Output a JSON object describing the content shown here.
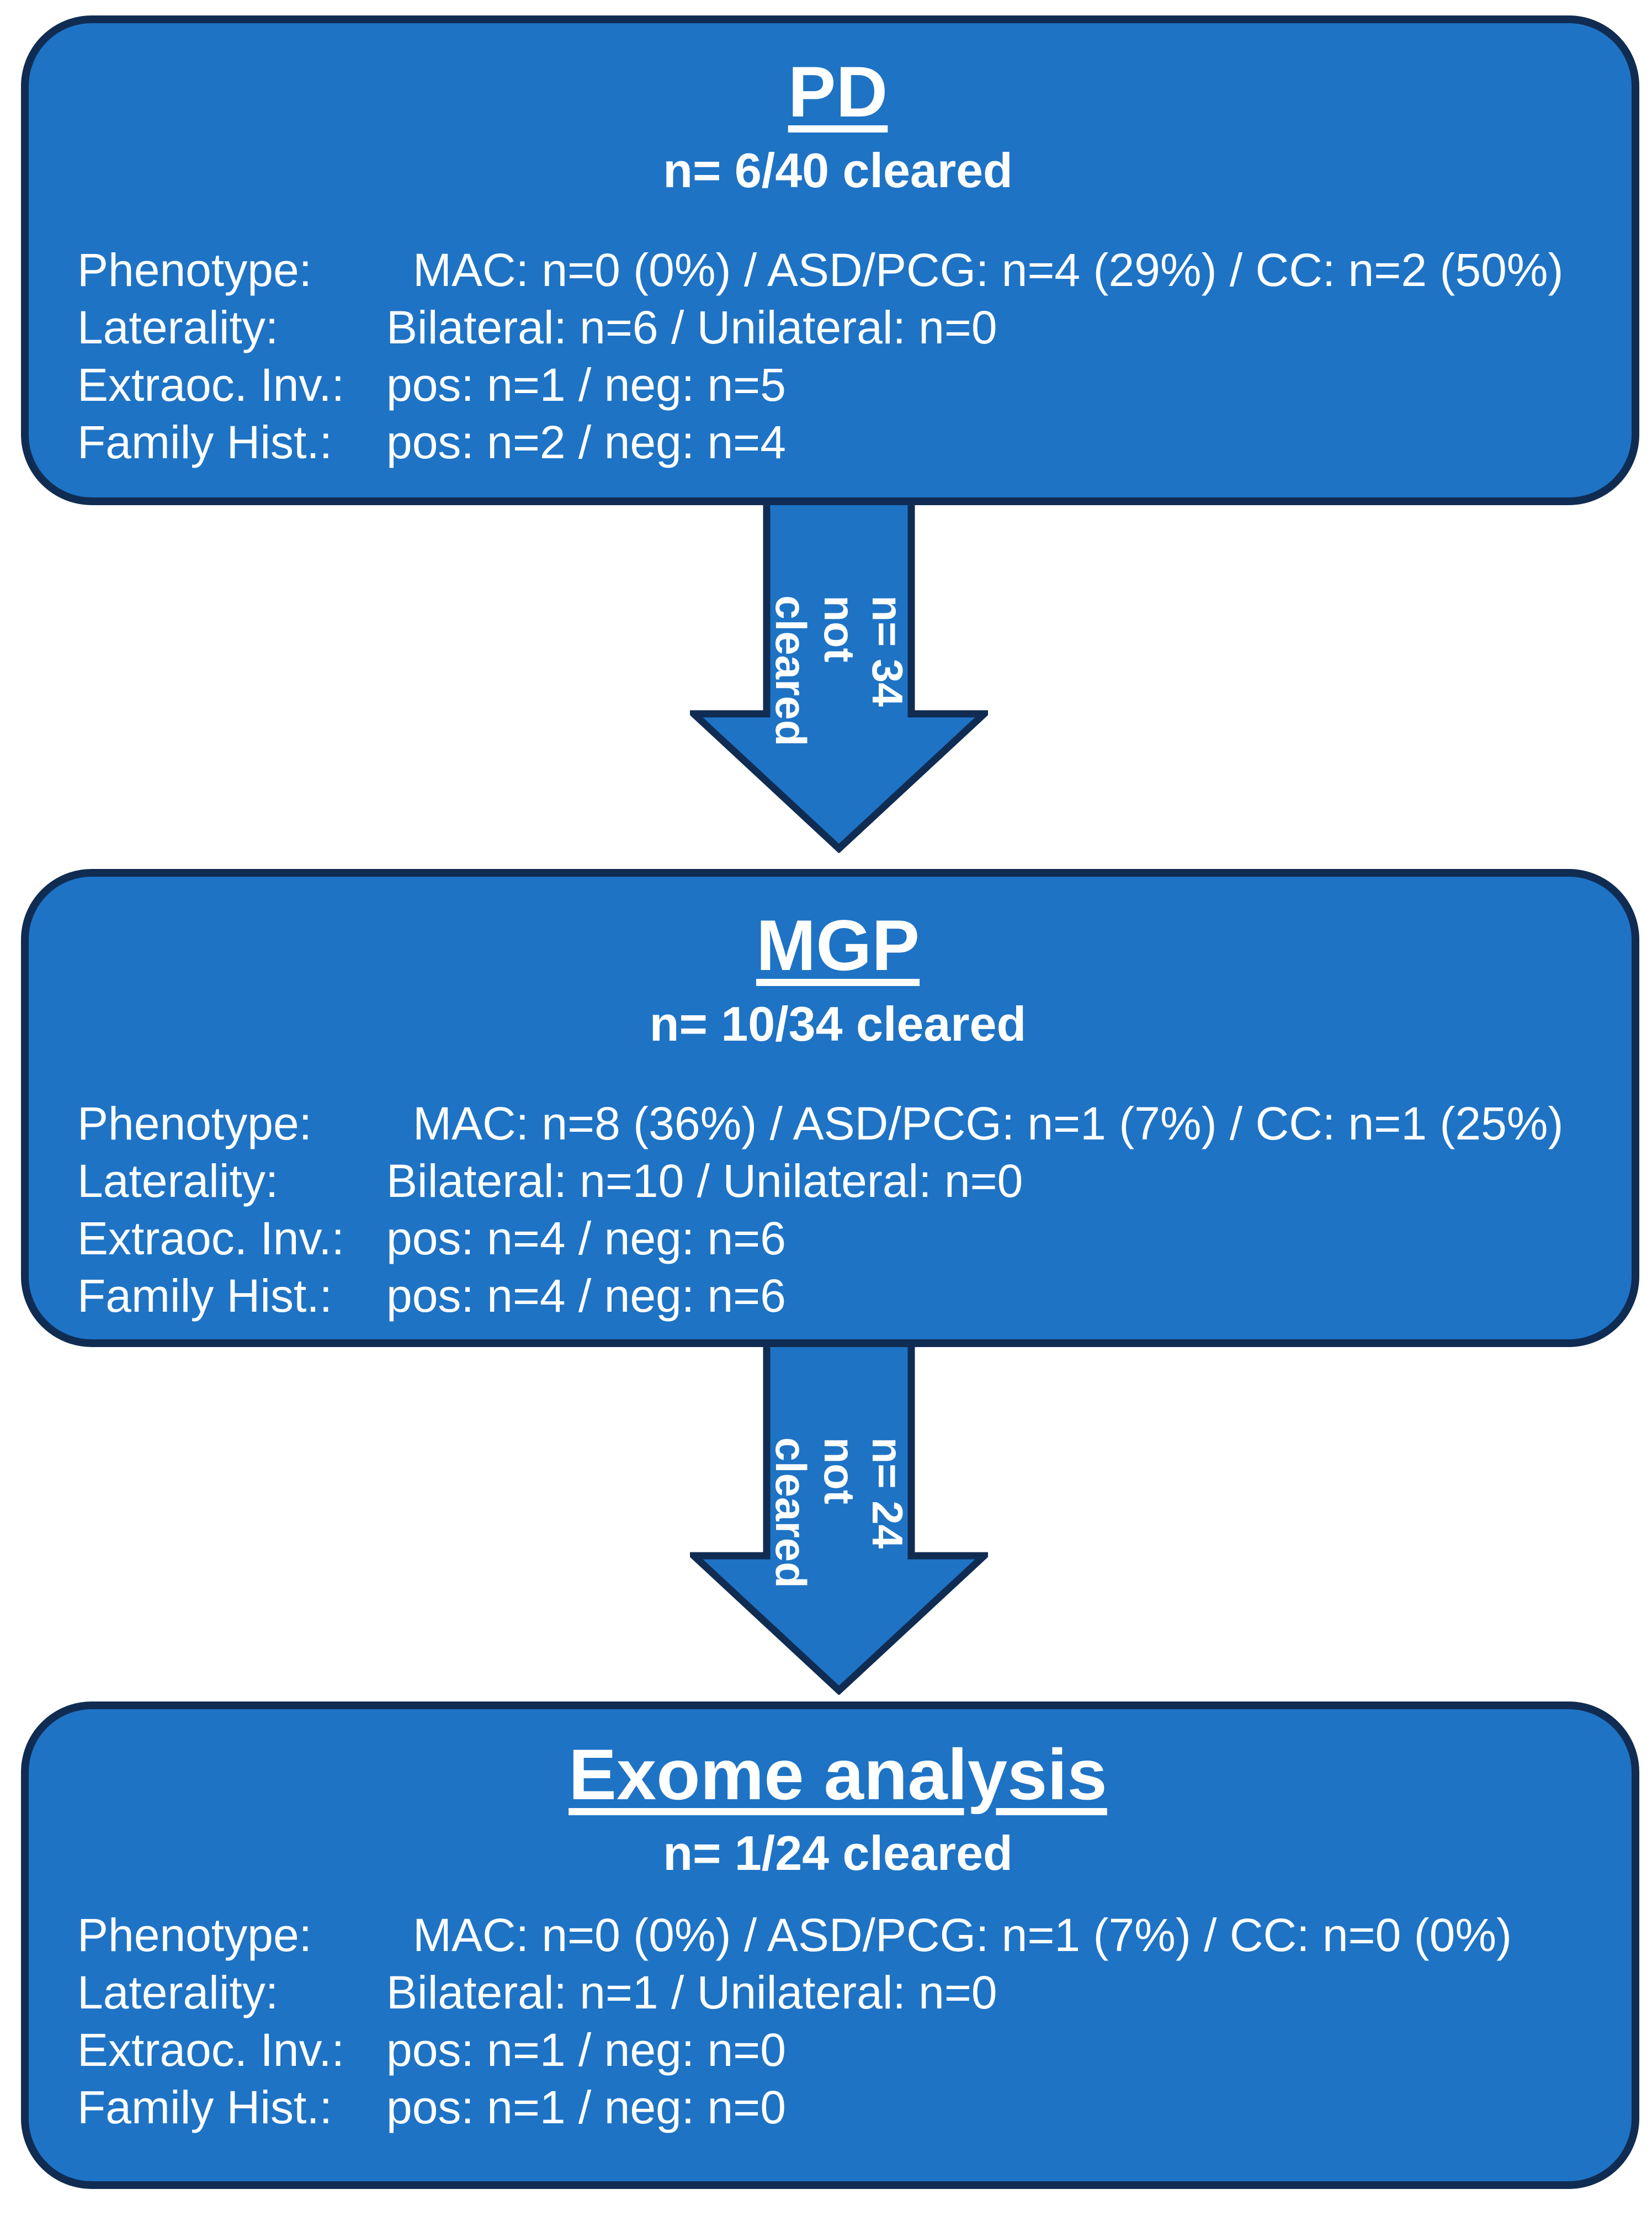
{
  "diagram": {
    "colors": {
      "box_fill": "#1e73c5",
      "box_border": "#102c52",
      "text": "#ffffff",
      "page_bg": "#ffffff"
    },
    "boxes": [
      {
        "title": "PD",
        "subtitle": "n= 6/40 cleared",
        "rows": [
          {
            "label": "Phenotype:",
            "value": "MAC: n=0 (0%) / ASD/PCG: n=4 (29%) / CC: n=2 (50%)"
          },
          {
            "label": "Laterality:",
            "value": "Bilateral: n=6 / Unilateral: n=0"
          },
          {
            "label": "Extraoc. Inv.:",
            "value": "pos: n=1 / neg: n=5"
          },
          {
            "label": "Family Hist.:",
            "value": "pos: n=2 / neg: n=4"
          }
        ]
      },
      {
        "title": "MGP",
        "subtitle": "n= 10/34 cleared",
        "rows": [
          {
            "label": "Phenotype:",
            "value": "MAC: n=8 (36%) / ASD/PCG: n=1 (7%) / CC: n=1 (25%)"
          },
          {
            "label": "Laterality:",
            "value": "Bilateral: n=10 / Unilateral: n=0"
          },
          {
            "label": "Extraoc. Inv.:",
            "value": "pos: n=4 / neg: n=6"
          },
          {
            "label": "Family Hist.:",
            "value": "pos: n=4 / neg: n=6"
          }
        ]
      },
      {
        "title": "Exome analysis",
        "subtitle": "n= 1/24 cleared",
        "rows": [
          {
            "label": "Phenotype:",
            "value": "MAC: n=0 (0%) / ASD/PCG: n=1 (7%) / CC: n=0 (0%)"
          },
          {
            "label": "Laterality:",
            "value": "Bilateral: n=1 / Unilateral: n=0"
          },
          {
            "label": "Extraoc. Inv.:",
            "value": "pos: n=1 / neg: n=0"
          },
          {
            "label": "Family Hist.:",
            "value": "pos: n=1 / neg: n=0"
          }
        ]
      }
    ],
    "arrows": [
      {
        "label": "n= 34 not\ncleared"
      },
      {
        "label": "n= 24 not\ncleared"
      }
    ]
  }
}
